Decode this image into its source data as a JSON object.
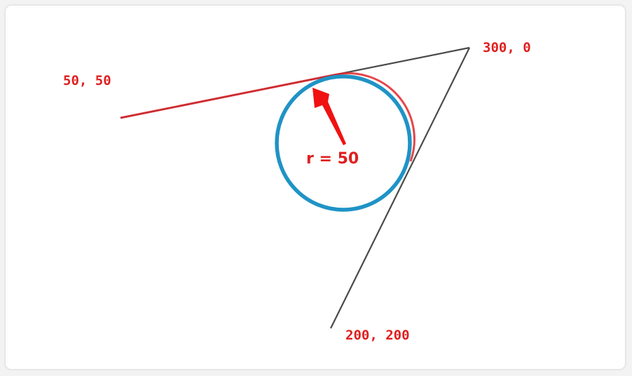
{
  "labels": {
    "start_point": "50, 50",
    "corner_point": "300, 0",
    "end_point": "200, 200",
    "radius": "r = 50"
  },
  "colors": {
    "line": "#4a4a4a",
    "arc_path": "#e0262a",
    "circle": "#1f93c6",
    "label": "#e01e1e",
    "arrow": "#f01212"
  }
}
